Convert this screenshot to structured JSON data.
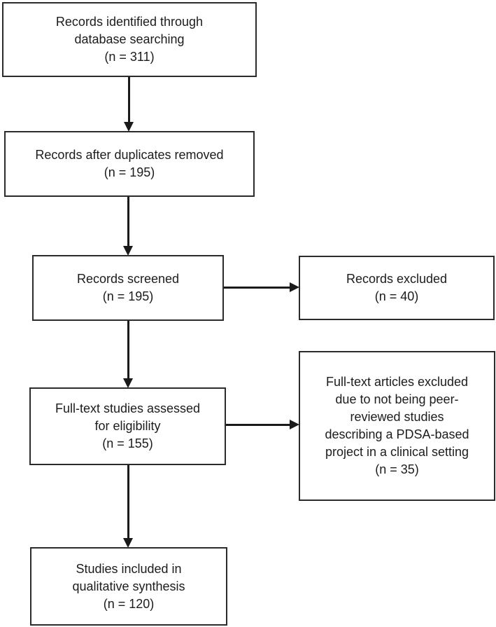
{
  "figure": {
    "type": "flowchart",
    "background": "#ffffff",
    "box_border_color": "#2b2b2b",
    "text_color": "#1c1c1c",
    "arrow_color": "#1a1a1a"
  },
  "boxes": {
    "identified": {
      "lines": [
        "Records identified through",
        "database searching",
        "(n = 311)"
      ]
    },
    "deduplicated": {
      "lines": [
        "Records after duplicates removed",
        "(n = 195)"
      ]
    },
    "screened": {
      "lines": [
        "Records screened",
        "(n = 195)"
      ]
    },
    "excluded": {
      "lines": [
        "Records excluded",
        "(n = 40)"
      ]
    },
    "fulltext": {
      "lines": [
        "Full-text studies assessed",
        "for eligibility",
        "(n = 155)"
      ]
    },
    "fulltext_excluded": {
      "lines": [
        "Full-text articles excluded",
        "due to not being peer-",
        "reviewed studies",
        "describing a PDSA-based",
        "project in a clinical setting",
        "(n = 35)"
      ]
    },
    "included": {
      "lines": [
        "Studies included in",
        "qualitative synthesis",
        "(n = 120)"
      ]
    }
  }
}
